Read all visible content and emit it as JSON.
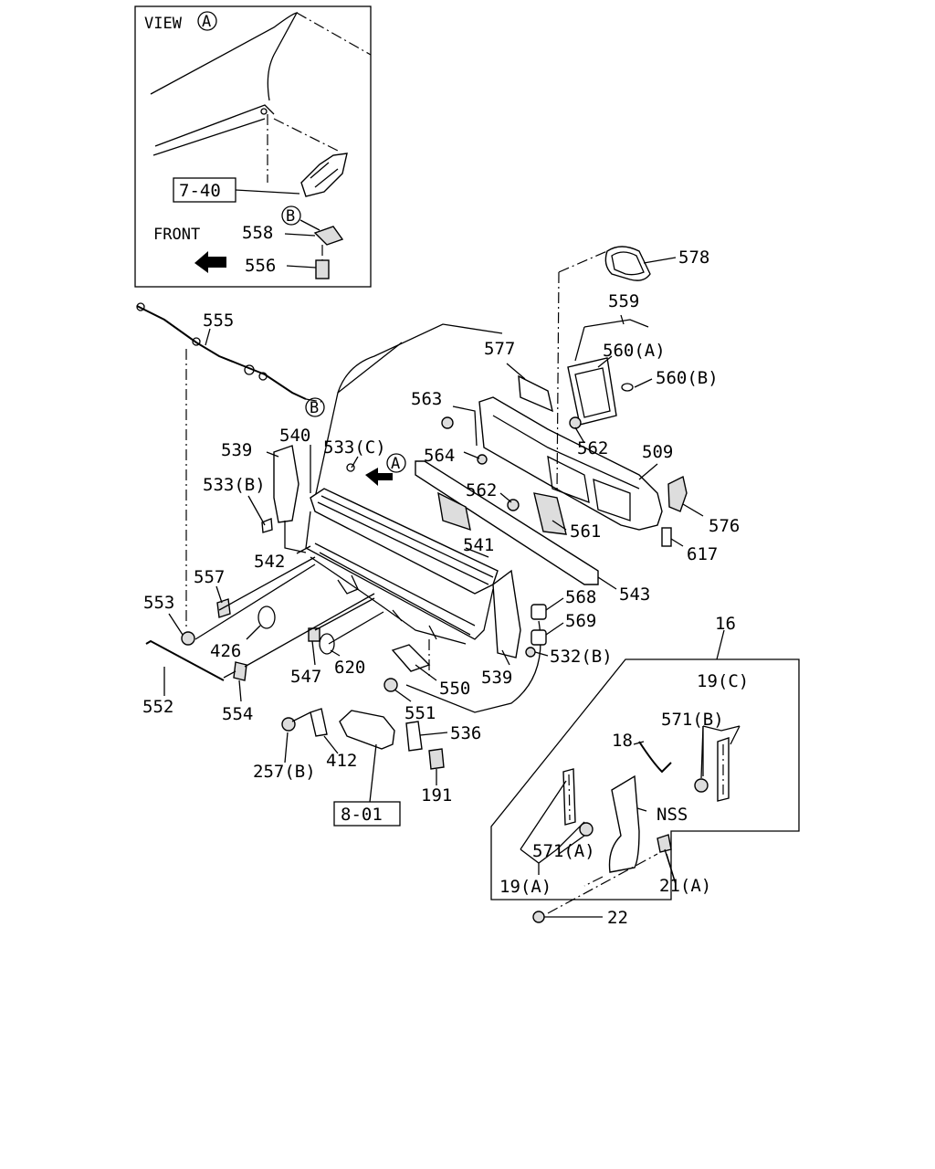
{
  "inset": {
    "view_text": "VIEW",
    "view_letter": "A",
    "front_text": "FRONT",
    "ref_box": "7-40",
    "circle_b": "B",
    "labels": {
      "p558": "558",
      "p556": "556"
    }
  },
  "ref_box_main": "8-01",
  "circles": {
    "a": "A",
    "b": "B"
  },
  "labels": {
    "p555": "555",
    "p578": "578",
    "p559": "559",
    "p560a": "560(A)",
    "p560b": "560(B)",
    "p577": "577",
    "p563": "563",
    "p562a": "562",
    "p562b": "562",
    "p564": "564",
    "p533c": "533(C)",
    "p540": "540",
    "p539a": "539",
    "p533b": "533(B)",
    "p509": "509",
    "p576": "576",
    "p561": "561",
    "p617": "617",
    "p541": "541",
    "p542": "542",
    "p543": "543",
    "p557": "557",
    "p553": "553",
    "p568": "568",
    "p569": "569",
    "p426": "426",
    "p532b": "532(B)",
    "p16": "16",
    "p547": "547",
    "p620": "620",
    "p539b": "539",
    "p550": "550",
    "p19c": "19(C)",
    "p552": "552",
    "p554": "554",
    "p551": "551",
    "p571b": "571(B)",
    "p536": "536",
    "p18": "18",
    "p257b": "257(B)",
    "p412": "412",
    "p191": "191",
    "pnss": "NSS",
    "p571a": "571(A)",
    "p19a": "19(A)",
    "p21a": "21(A)",
    "p22": "22"
  }
}
